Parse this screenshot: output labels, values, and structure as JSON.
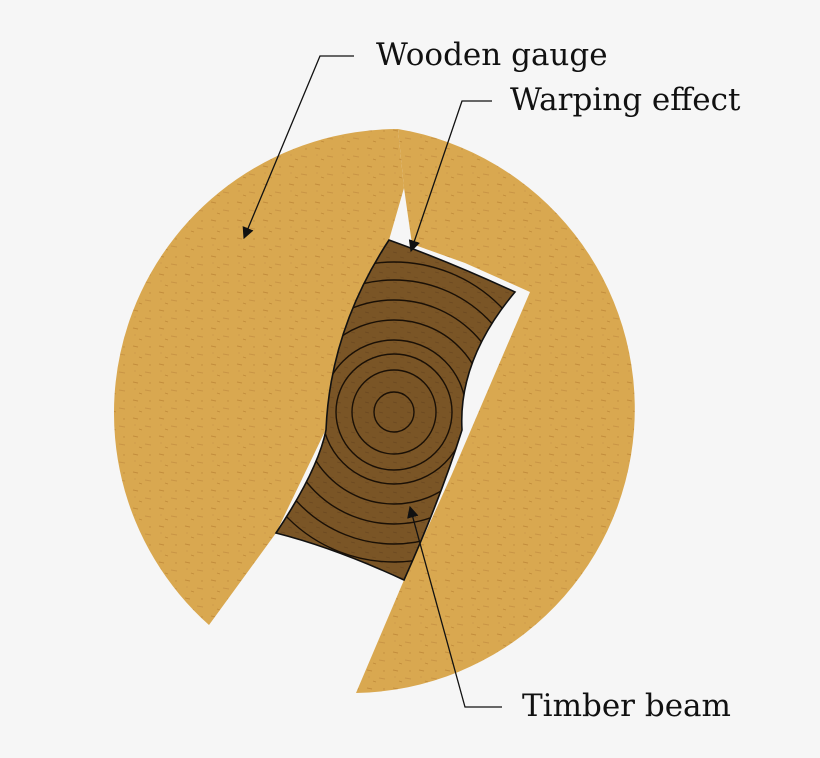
{
  "labels": {
    "wooden_gauge": "Wooden gauge",
    "warping_effect": "Warping effect",
    "timber_beam": "Timber beam"
  },
  "colors": {
    "background": "#f6f6f6",
    "gauge_wood": "#d9a850",
    "gauge_grain": "#c38d3d",
    "beam_wood": "#7a5526",
    "beam_grain": "#5e3f19",
    "outline": "#111111"
  }
}
